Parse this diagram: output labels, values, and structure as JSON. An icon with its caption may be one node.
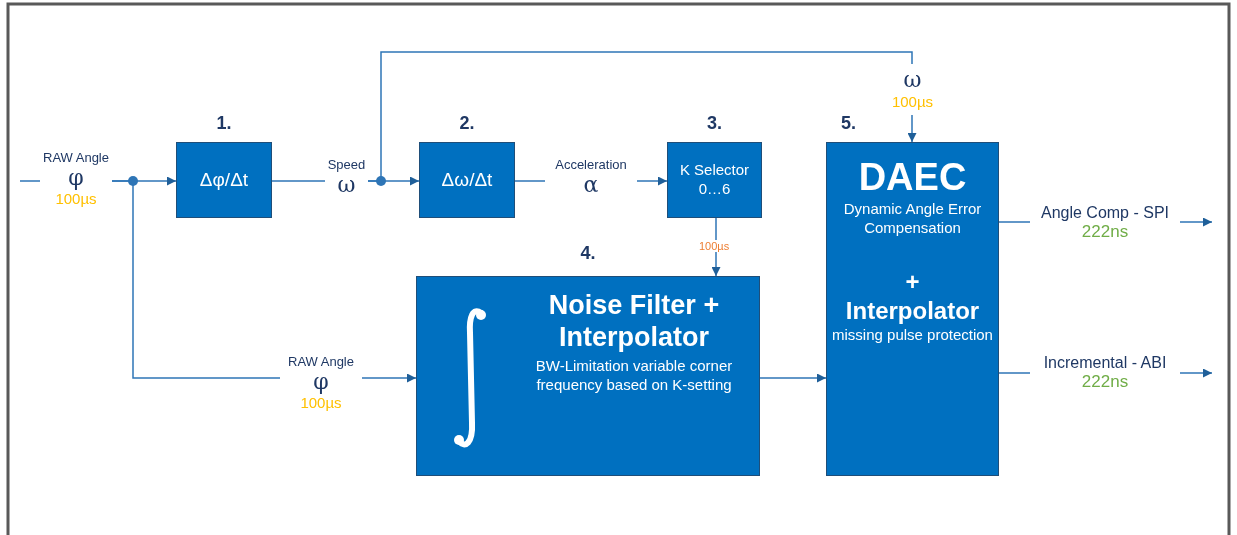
{
  "diagram": {
    "nodes": [
      {
        "text": [
          "RAW Angle",
          "φ",
          "100µs"
        ]
      },
      {
        "text": [
          "Δφ/Δt"
        ],
        "beside": [
          "1."
        ]
      },
      {
        "text": [
          "Speed",
          "ω"
        ]
      },
      {
        "text": [
          "Δω/Δt"
        ],
        "beside": [
          "2."
        ]
      },
      {
        "text": [
          "Acceleration",
          "α"
        ]
      },
      {
        "text": [
          "K Selector 0…6"
        ],
        "beside": [
          "3."
        ]
      },
      {
        "text": [
          "Noise Filter + Interpolator",
          "BW-Limitation variable corner frequency based on K-setting"
        ],
        "beside": [
          "4."
        ]
      },
      {
        "text": [
          "RAW Angle",
          "φ",
          "100µs"
        ]
      },
      {
        "text": [
          "ω",
          "100µs"
        ]
      },
      {
        "text": [
          "DAEC",
          "Dynamic Angle Error Compensation",
          "+",
          "Interpolator",
          "missing pulse protection"
        ],
        "beside": [
          "5."
        ]
      },
      {
        "text": [
          "Angle Comp - SPI",
          "222ns"
        ]
      },
      {
        "text": [
          "Incremental - ABI",
          "222ns"
        ]
      }
    ],
    "edges": [
      {
        "from": null,
        "to": 0,
        "arrow": "none"
      },
      {
        "from": 0,
        "to": 1,
        "arrow": "to"
      },
      {
        "from": 0,
        "to": 7,
        "arrow": "none"
      },
      {
        "from": 1,
        "to": 2,
        "arrow": "none"
      },
      {
        "from": 2,
        "to": 3,
        "arrow": "to"
      },
      {
        "from": 2,
        "to": 8,
        "arrow": "none"
      },
      {
        "from": 3,
        "to": 4,
        "arrow": "none"
      },
      {
        "from": 4,
        "to": 5,
        "arrow": "to"
      },
      {
        "from": 5,
        "to": 6,
        "arrow": "to",
        "label": "100µs"
      },
      {
        "from": 7,
        "to": 6,
        "arrow": "to"
      },
      {
        "from": 8,
        "to": 9,
        "arrow": "to"
      },
      {
        "from": 6,
        "to": 9,
        "arrow": "to"
      },
      {
        "from": 9,
        "to": 10,
        "arrow": "none"
      },
      {
        "from": 10,
        "to": null,
        "arrow": "to"
      },
      {
        "from": 9,
        "to": 11,
        "arrow": "none"
      },
      {
        "from": 11,
        "to": null,
        "arrow": "to"
      }
    ]
  }
}
